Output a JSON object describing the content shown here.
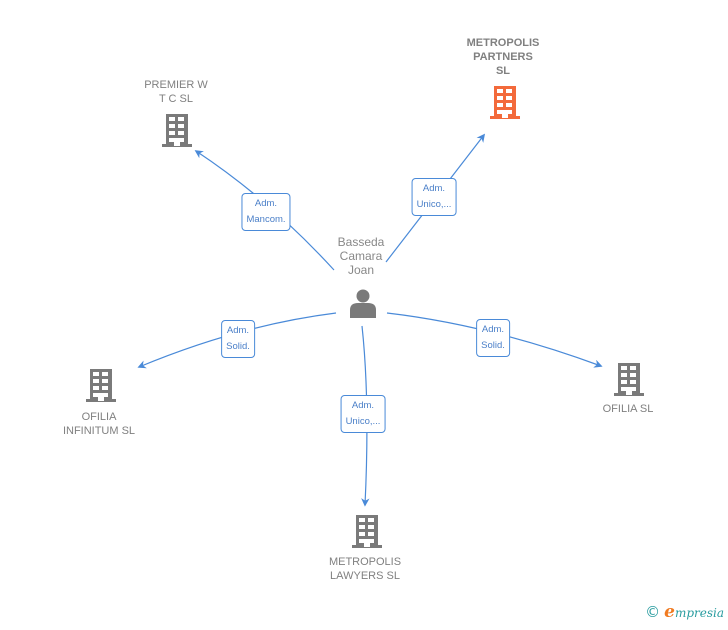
{
  "colors": {
    "edge": "#4a8ad8",
    "node_gray": "#7a7a7a",
    "node_highlight": "#f36a3b",
    "label_text": "#808080",
    "brand": "#2a9da0"
  },
  "center": {
    "name": "Basseda\nCamara\nJoan",
    "icon": "person-icon"
  },
  "companies": [
    {
      "id": "metropolis-partners",
      "name": "METROPOLIS\nPARTNERS\nSL",
      "icon": "building-icon",
      "highlight": true,
      "relation": "Adm.\nUnico,..."
    },
    {
      "id": "premier-wtc",
      "name": "PREMIER W\nT C SL",
      "icon": "building-icon",
      "highlight": false,
      "relation": "Adm.\nMancom."
    },
    {
      "id": "ofilia-infinitum",
      "name": "OFILIA\nINFINITUM  SL",
      "icon": "building-icon",
      "highlight": false,
      "relation": "Adm.\nSolid."
    },
    {
      "id": "ofilia",
      "name": "OFILIA SL",
      "icon": "building-icon",
      "highlight": false,
      "relation": "Adm.\nSolid."
    },
    {
      "id": "metropolis-lawyers",
      "name": "METROPOLIS\nLAWYERS  SL",
      "icon": "building-icon",
      "highlight": false,
      "relation": "Adm.\nUnico,..."
    }
  ],
  "footer": {
    "copyright_symbol": "©",
    "brand_initial": "e",
    "brand_rest": "mpresia"
  }
}
